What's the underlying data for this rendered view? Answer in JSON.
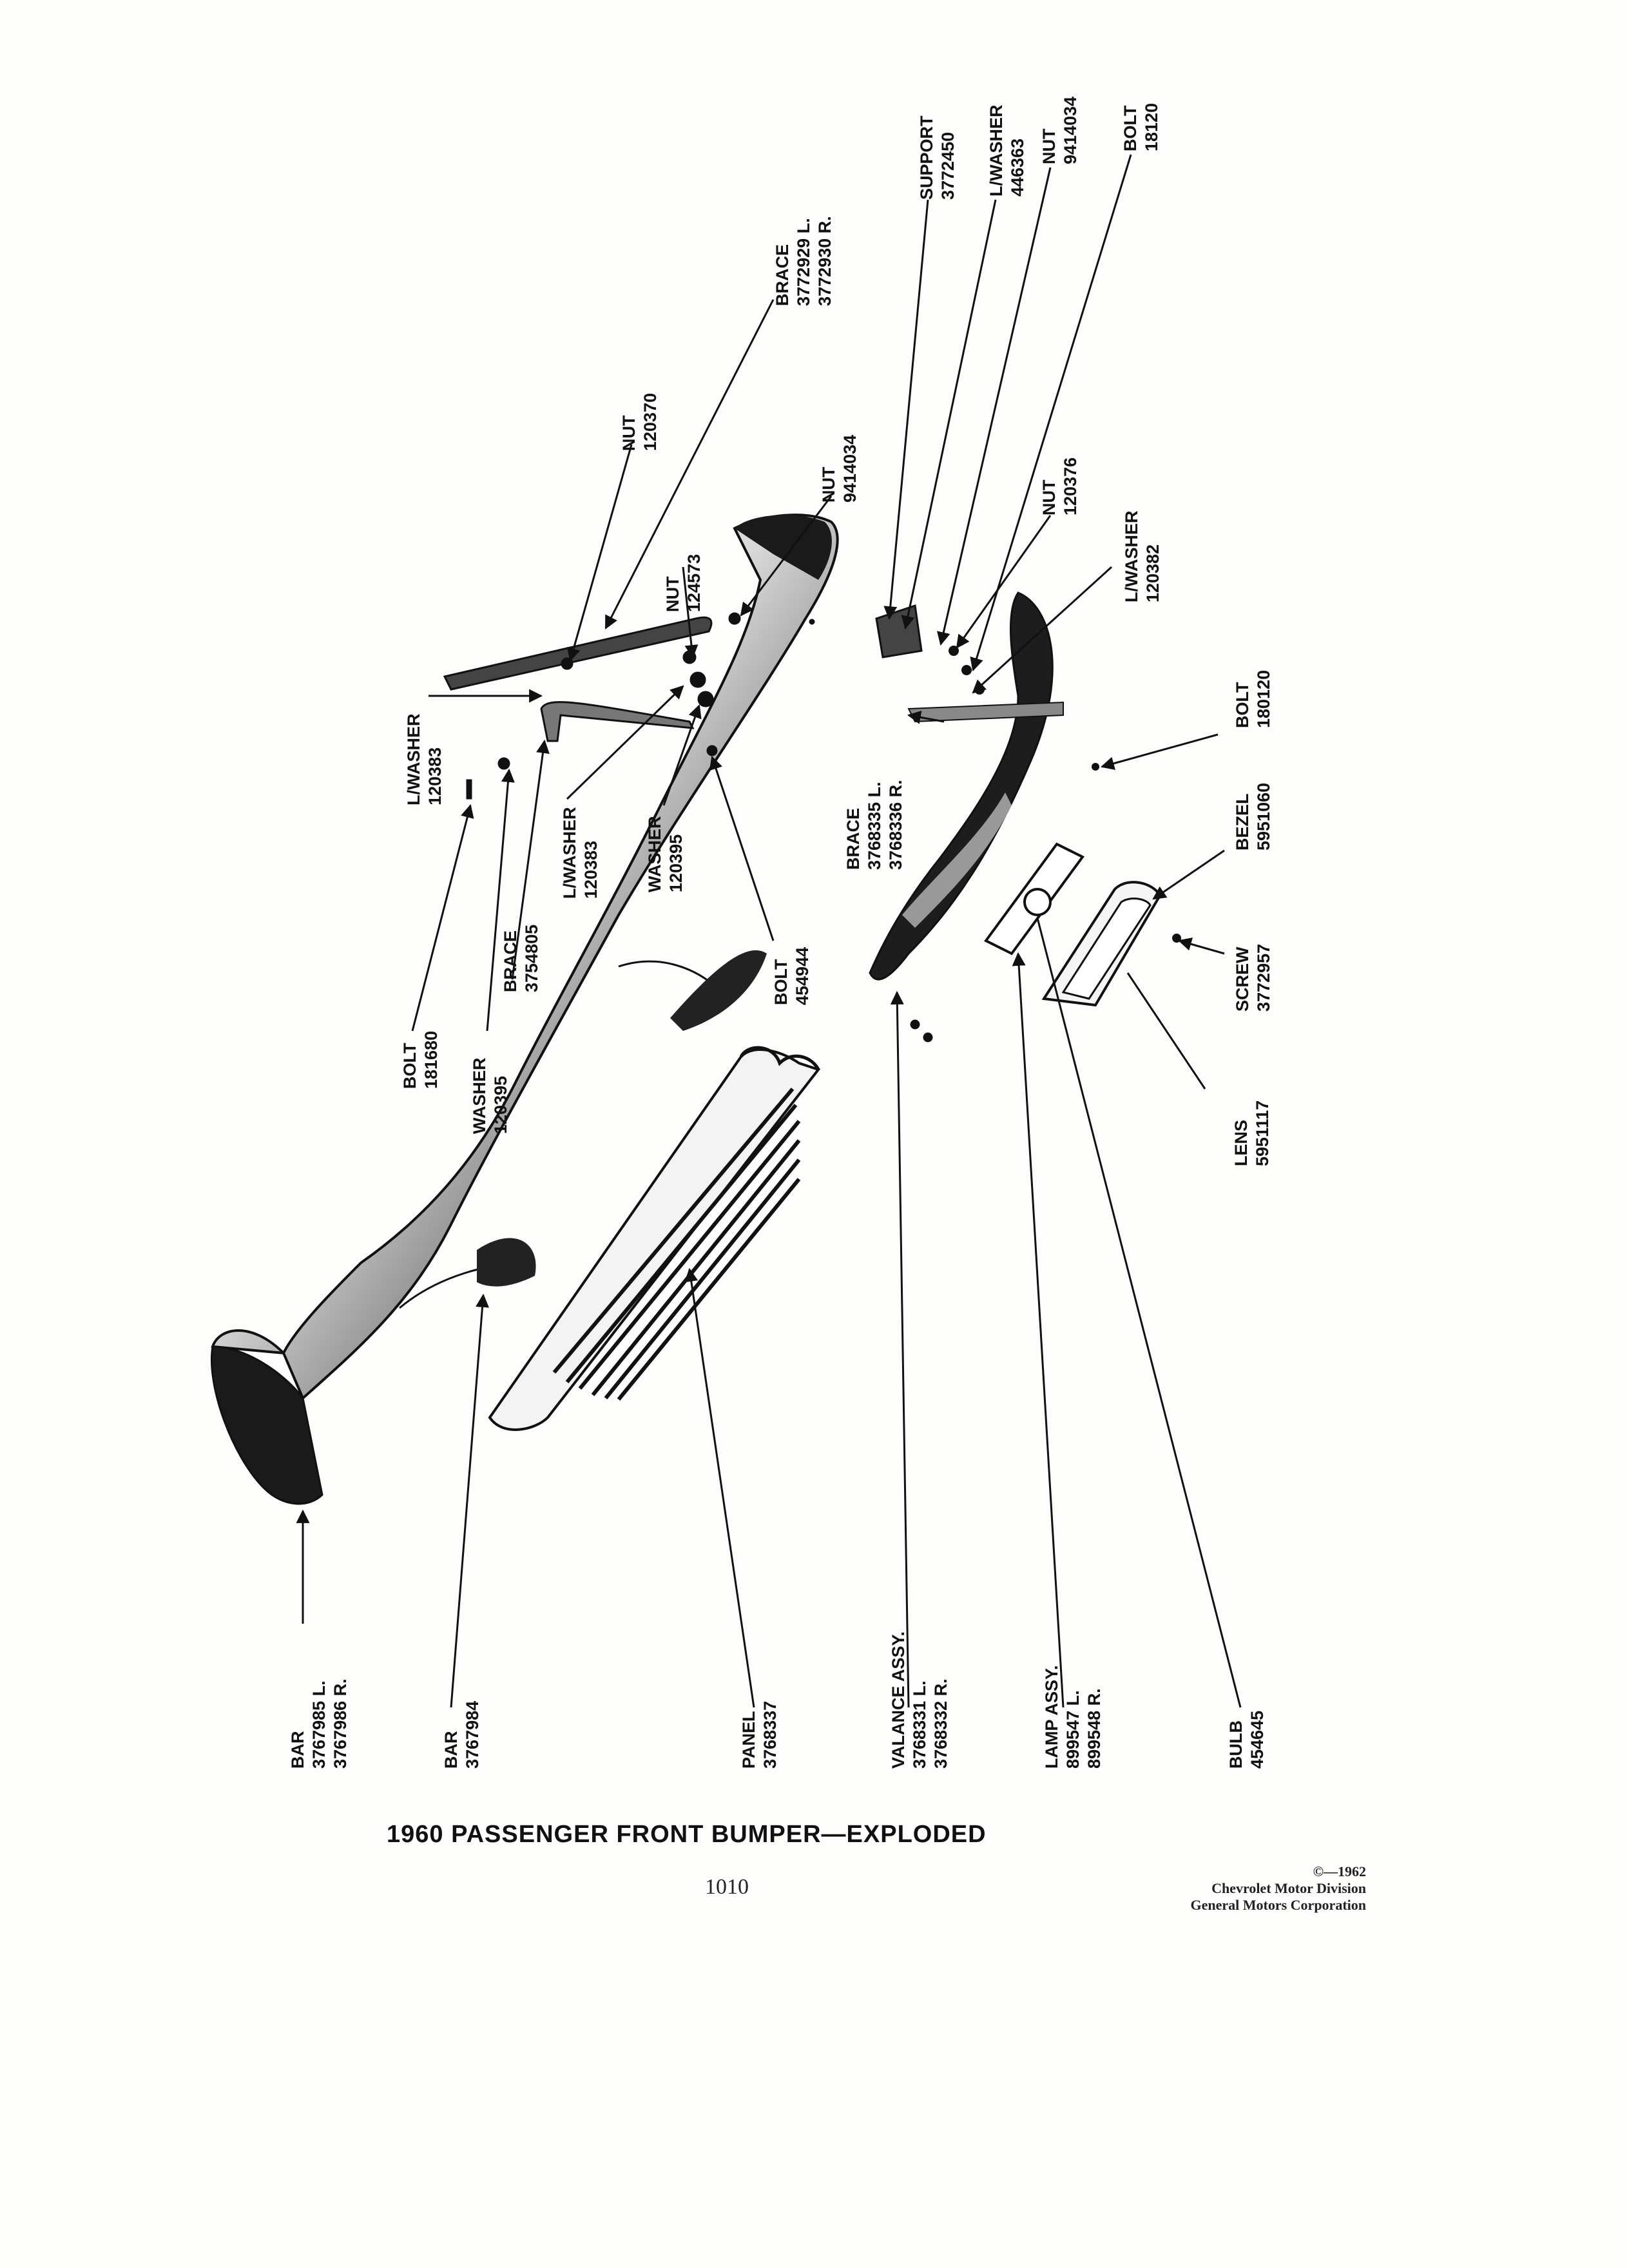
{
  "title": "1960 PASSENGER FRONT BUMPER—EXPLODED",
  "page_number": "1010",
  "copyright": {
    "line1": "©—1962",
    "line2": "Chevrolet Motor Division",
    "line3": "General Motors Corporation"
  },
  "callouts": {
    "bar_outer": {
      "name": "BAR",
      "parts": [
        "3767985 L.",
        "3767986 R."
      ]
    },
    "bar_center": {
      "name": "BAR",
      "parts": [
        "3767984"
      ]
    },
    "panel": {
      "name": "PANEL",
      "parts": [
        "3768337"
      ]
    },
    "valance": {
      "name": "VALANCE ASSY.",
      "parts": [
        "3768331 L.",
        "3768332 R."
      ]
    },
    "lamp": {
      "name": "LAMP ASSY.",
      "parts": [
        "899547 L.",
        "899548 R."
      ]
    },
    "bulb": {
      "name": "BULB",
      "parts": [
        "454645"
      ]
    },
    "bolt_181680": {
      "name": "BOLT",
      "parts": [
        "181680"
      ]
    },
    "washer_120395_a": {
      "name": "WASHER",
      "parts": [
        "120395"
      ]
    },
    "brace_3754805": {
      "name": "BRACE",
      "parts": [
        "3754805"
      ]
    },
    "lwasher_120383_a": {
      "name": "L/WASHER",
      "parts": [
        "120383"
      ]
    },
    "lwasher_120383_b": {
      "name": "L/WASHER",
      "parts": [
        "120383"
      ]
    },
    "washer_120395_b": {
      "name": "WASHER",
      "parts": [
        "120395"
      ]
    },
    "bolt_454944": {
      "name": "BOLT",
      "parts": [
        "454944"
      ]
    },
    "nut_124573": {
      "name": "NUT",
      "parts": [
        "124573"
      ]
    },
    "nut_120370": {
      "name": "NUT",
      "parts": [
        "120370"
      ]
    },
    "brace_3772929": {
      "name": "BRACE",
      "parts": [
        "3772929 L.",
        "3772930 R."
      ]
    },
    "nut_9414034_a": {
      "name": "NUT",
      "parts": [
        "9414034"
      ]
    },
    "support": {
      "name": "SUPPORT",
      "parts": [
        "3772450"
      ]
    },
    "lwasher_446363": {
      "name": "L/WASHER",
      "parts": [
        "446363"
      ]
    },
    "nut_9414034_b": {
      "name": "NUT",
      "parts": [
        "9414034"
      ]
    },
    "bolt_18120": {
      "name": "BOLT",
      "parts": [
        "18120"
      ]
    },
    "nut_120376": {
      "name": "NUT",
      "parts": [
        "120376"
      ]
    },
    "lwasher_120382": {
      "name": "L/WASHER",
      "parts": [
        "120382"
      ]
    },
    "brace_3768335": {
      "name": "BRACE",
      "parts": [
        "3768335 L.",
        "3768336 R."
      ]
    },
    "bolt_180120": {
      "name": "BOLT",
      "parts": [
        "180120"
      ]
    },
    "bezel": {
      "name": "BEZEL",
      "parts": [
        "5951060"
      ]
    },
    "screw": {
      "name": "SCREW",
      "parts": [
        "3772957"
      ]
    },
    "lens": {
      "name": "LENS",
      "parts": [
        "5951117"
      ]
    }
  }
}
